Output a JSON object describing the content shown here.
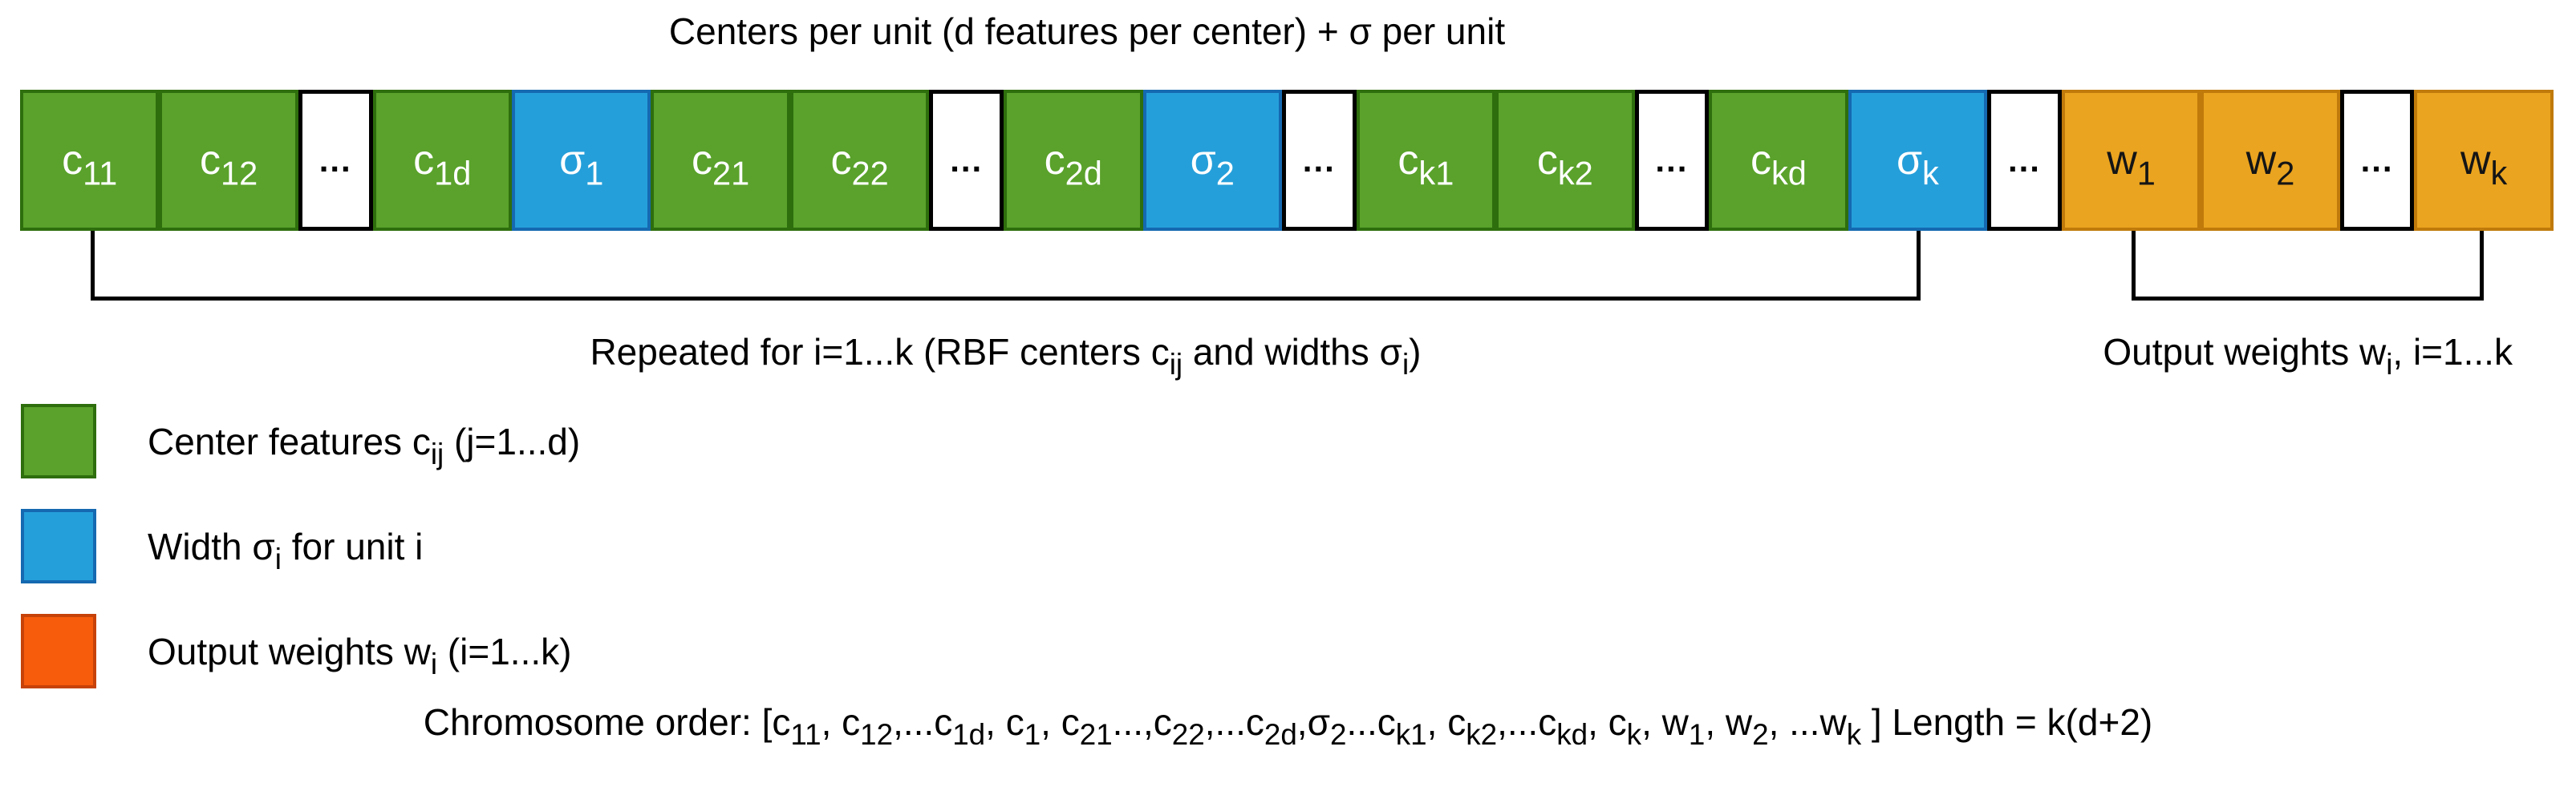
{
  "title": "Centers per unit (d features per center) + σ per unit",
  "row": {
    "dots_glyph": "...",
    "boxes": [
      {
        "kind": "center",
        "base": "c",
        "sub": "11"
      },
      {
        "kind": "center",
        "base": "c",
        "sub": "12"
      },
      {
        "kind": "dots"
      },
      {
        "kind": "center",
        "base": "c",
        "sub": "1d"
      },
      {
        "kind": "width",
        "base": "σ",
        "sub": "1"
      },
      {
        "kind": "center",
        "base": "c",
        "sub": "21"
      },
      {
        "kind": "center",
        "base": "c",
        "sub": "22"
      },
      {
        "kind": "dots"
      },
      {
        "kind": "center",
        "base": "c",
        "sub": "2d"
      },
      {
        "kind": "width",
        "base": "σ",
        "sub": "2"
      },
      {
        "kind": "dots"
      },
      {
        "kind": "center",
        "base": "c",
        "sub": "k1"
      },
      {
        "kind": "center",
        "base": "c",
        "sub": "k2"
      },
      {
        "kind": "dots"
      },
      {
        "kind": "center",
        "base": "c",
        "sub": "kd"
      },
      {
        "kind": "width",
        "base": "σ",
        "sub": "k"
      },
      {
        "kind": "dots"
      },
      {
        "kind": "weight",
        "base": "w",
        "sub": "1"
      },
      {
        "kind": "weight",
        "base": "w",
        "sub": "2"
      },
      {
        "kind": "dots"
      },
      {
        "kind": "weight",
        "base": "w",
        "sub": "k"
      }
    ]
  },
  "bracket_repeated": {
    "label": [
      {
        "t": "Repeated for i=1...k  (RBF centers c"
      },
      {
        "s": "ij"
      },
      {
        "t": " and widths σ"
      },
      {
        "s": "i"
      },
      {
        "t": ")"
      }
    ]
  },
  "bracket_weights": {
    "label": [
      {
        "t": "Output weights w"
      },
      {
        "s": "i"
      },
      {
        "t": ", i=1...k"
      }
    ]
  },
  "legend": {
    "items": [
      {
        "name": "center-features",
        "fill": "#5aa22b",
        "border": "#2e6e0d",
        "label": [
          {
            "t": "Center features c"
          },
          {
            "s": "ij"
          },
          {
            "t": " (j=1...d)"
          }
        ]
      },
      {
        "name": "width-sigma",
        "fill": "#259fda",
        "border": "#1569b0",
        "label": [
          {
            "t": "Width σ"
          },
          {
            "s": "i"
          },
          {
            "t": " for unit i"
          }
        ]
      },
      {
        "name": "output-weights",
        "fill": "#f75c0c",
        "border": "#c64208",
        "label": [
          {
            "t": "Output weights w"
          },
          {
            "s": "i"
          },
          {
            "t": " (i=1...k)"
          }
        ]
      }
    ]
  },
  "footer": [
    {
      "t": "Chromosome order: [c"
    },
    {
      "s": "11"
    },
    {
      "t": ", c"
    },
    {
      "s": "12"
    },
    {
      "t": ",...c"
    },
    {
      "s": "1d"
    },
    {
      "t": ", c"
    },
    {
      "s": "1"
    },
    {
      "t": ", c"
    },
    {
      "s": "21"
    },
    {
      "t": "...,c"
    },
    {
      "s": "22"
    },
    {
      "t": ",...c"
    },
    {
      "s": "2d"
    },
    {
      "t": ",σ"
    },
    {
      "s": "2"
    },
    {
      "t": "...c"
    },
    {
      "s": "k1"
    },
    {
      "t": ", c"
    },
    {
      "s": "k2"
    },
    {
      "t": ",...c"
    },
    {
      "s": "kd"
    },
    {
      "t": ", c"
    },
    {
      "s": "k"
    },
    {
      "t": ", w"
    },
    {
      "s": "1"
    },
    {
      "t": ", w"
    },
    {
      "s": "2"
    },
    {
      "t": ",  ...w"
    },
    {
      "s": "k"
    },
    {
      "t": " ]   Length = k(d+2)"
    }
  ],
  "colors": {
    "center_fill": "#5aa22b",
    "center_border": "#2e6e0d",
    "width_fill": "#259fda",
    "width_border": "#1569b0",
    "weight_fill": "#eba41f",
    "weight_border": "#c07a0b",
    "dots_fill": "#ffffff",
    "dots_border": "#000000",
    "text_on_center": "#ffffff",
    "text_on_width": "#ffffff",
    "text_on_weight": "#151515",
    "text_on_dots": "#000000",
    "bracket_line": "#000000"
  }
}
